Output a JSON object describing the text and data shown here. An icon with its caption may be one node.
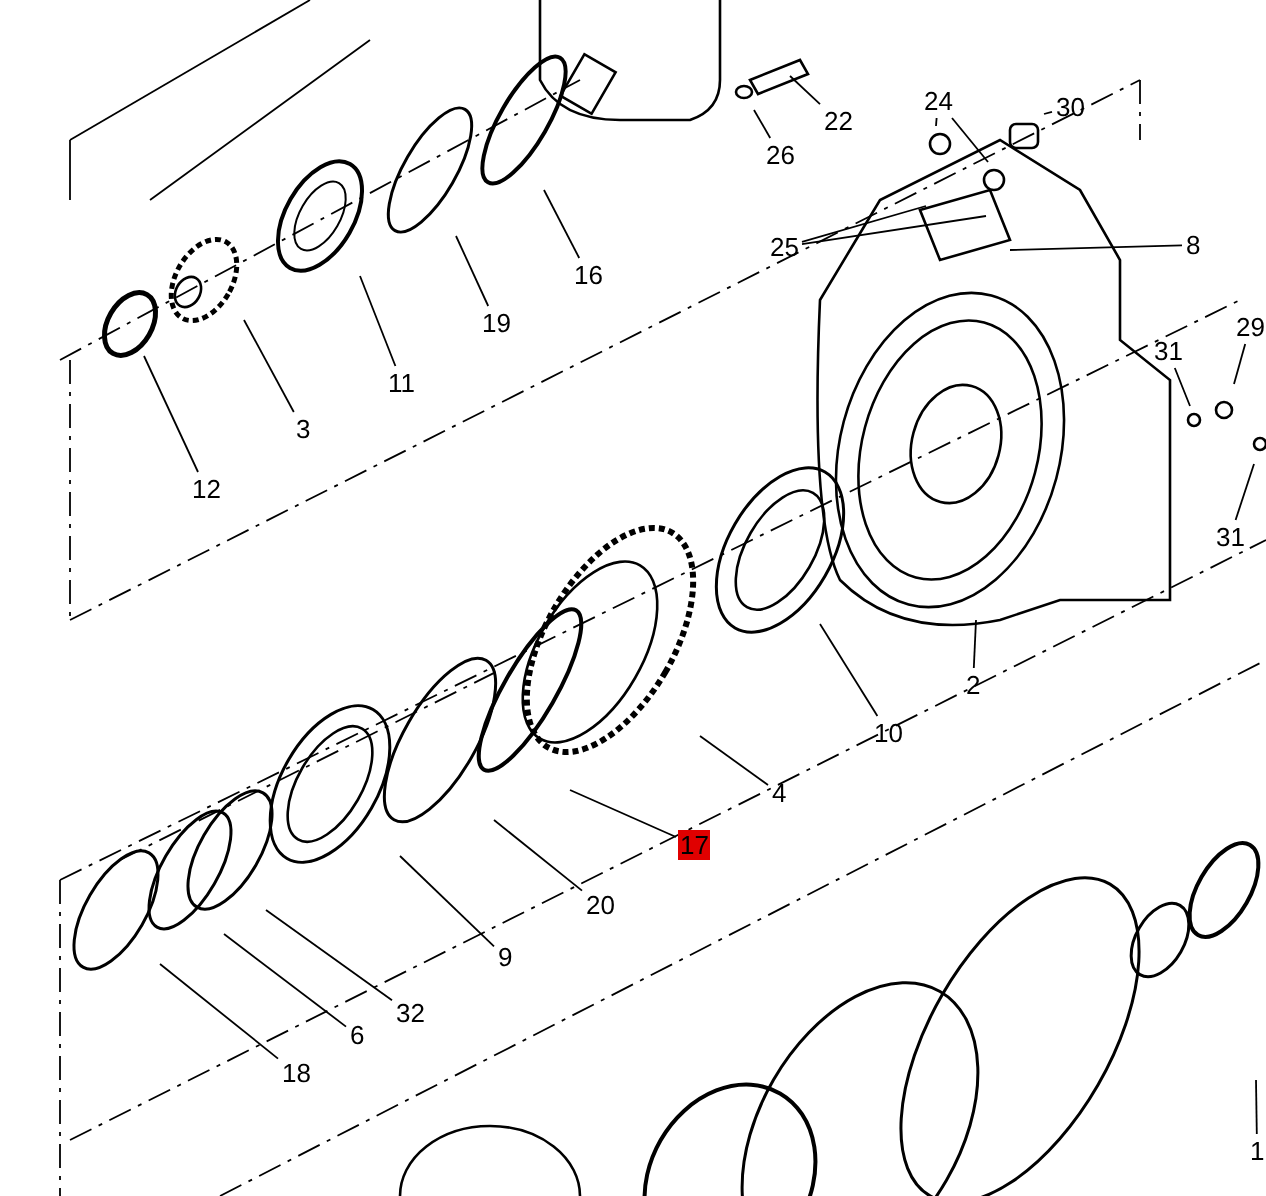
{
  "diagram": {
    "nodes": [
      {
        "text": [
          "22"
        ]
      },
      {
        "text": [
          "26"
        ]
      },
      {
        "text": [
          "24"
        ]
      },
      {
        "text": [
          "30"
        ]
      },
      {
        "text": [
          "16"
        ]
      },
      {
        "text": [
          "19"
        ]
      },
      {
        "text": [
          "25"
        ]
      },
      {
        "text": [
          "8"
        ]
      },
      {
        "text": [
          "11"
        ]
      },
      {
        "text": [
          "3"
        ]
      },
      {
        "text": [
          "12"
        ]
      },
      {
        "text": [
          "29"
        ]
      },
      {
        "text": [
          "31"
        ]
      },
      {
        "text": [
          "31"
        ]
      },
      {
        "text": [
          "2"
        ]
      },
      {
        "text": [
          "10"
        ]
      },
      {
        "text": [
          "4"
        ]
      },
      {
        "text": [
          "17"
        ]
      },
      {
        "text": [
          "20"
        ]
      },
      {
        "text": [
          "9"
        ]
      },
      {
        "text": [
          "32"
        ]
      },
      {
        "text": [
          "6"
        ]
      },
      {
        "text": [
          "18"
        ]
      },
      {
        "text": [
          "1"
        ]
      }
    ],
    "edges": [
      {
        "from": 0,
        "to": null,
        "arrow": "none"
      },
      {
        "from": 1,
        "to": null,
        "arrow": "none"
      },
      {
        "from": 2,
        "to": null,
        "arrow": "none"
      },
      {
        "from": 2,
        "to": null,
        "arrow": "none"
      },
      {
        "from": 3,
        "to": null,
        "arrow": "none"
      },
      {
        "from": 4,
        "to": null,
        "arrow": "none"
      },
      {
        "from": 5,
        "to": null,
        "arrow": "none"
      },
      {
        "from": 6,
        "to": null,
        "arrow": "none"
      },
      {
        "from": 6,
        "to": null,
        "arrow": "none"
      },
      {
        "from": 7,
        "to": null,
        "arrow": "none"
      },
      {
        "from": 8,
        "to": null,
        "arrow": "none"
      },
      {
        "from": 9,
        "to": null,
        "arrow": "none"
      },
      {
        "from": 10,
        "to": null,
        "arrow": "none"
      },
      {
        "from": 11,
        "to": null,
        "arrow": "none"
      },
      {
        "from": 12,
        "to": null,
        "arrow": "none"
      },
      {
        "from": 13,
        "to": null,
        "arrow": "none"
      },
      {
        "from": 14,
        "to": null,
        "arrow": "none"
      },
      {
        "from": 15,
        "to": null,
        "arrow": "none"
      },
      {
        "from": 16,
        "to": null,
        "arrow": "none"
      },
      {
        "from": 17,
        "to": null,
        "arrow": "none"
      },
      {
        "from": 18,
        "to": null,
        "arrow": "none"
      },
      {
        "from": 19,
        "to": null,
        "arrow": "none"
      },
      {
        "from": 20,
        "to": null,
        "arrow": "none"
      },
      {
        "from": 21,
        "to": null,
        "arrow": "none"
      },
      {
        "from": 22,
        "to": null,
        "arrow": "none"
      },
      {
        "from": 23,
        "to": null,
        "arrow": "none"
      }
    ]
  }
}
